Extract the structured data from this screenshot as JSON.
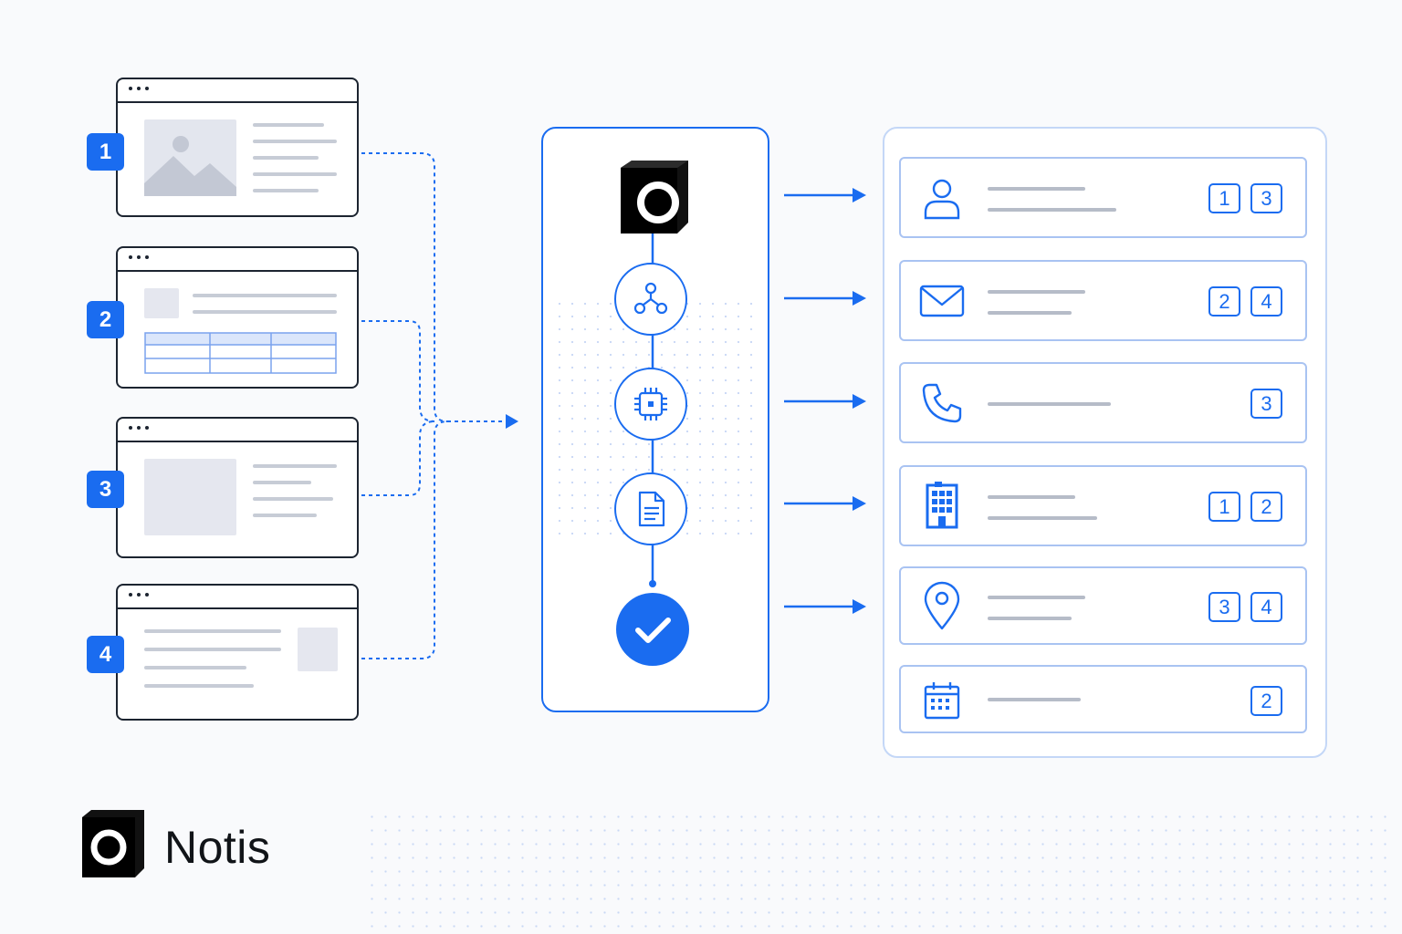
{
  "sources": [
    {
      "badge": "1",
      "layout": "image-text"
    },
    {
      "badge": "2",
      "layout": "table"
    },
    {
      "badge": "3",
      "layout": "block-text"
    },
    {
      "badge": "4",
      "layout": "text-thumb"
    }
  ],
  "pipeline": {
    "steps": [
      "logo-icon",
      "network-nodes-icon",
      "cpu-chip-icon",
      "document-icon",
      "check-circle-icon"
    ]
  },
  "outputs": [
    {
      "icon": "user-icon",
      "tags": [
        "1",
        "3"
      ]
    },
    {
      "icon": "mail-icon",
      "tags": [
        "2",
        "4"
      ]
    },
    {
      "icon": "phone-icon",
      "tags": [
        "3"
      ]
    },
    {
      "icon": "building-icon",
      "tags": [
        "1",
        "2"
      ]
    },
    {
      "icon": "location-pin-icon",
      "tags": [
        "3",
        "4"
      ]
    },
    {
      "icon": "calendar-icon",
      "tags": [
        "2"
      ]
    }
  ],
  "brand": {
    "name": "Notis"
  },
  "colors": {
    "accent": "#1a6cf0",
    "ink": "#1c2430",
    "muted": "#c7ccd6",
    "panel_border": "#c4d7f7"
  }
}
